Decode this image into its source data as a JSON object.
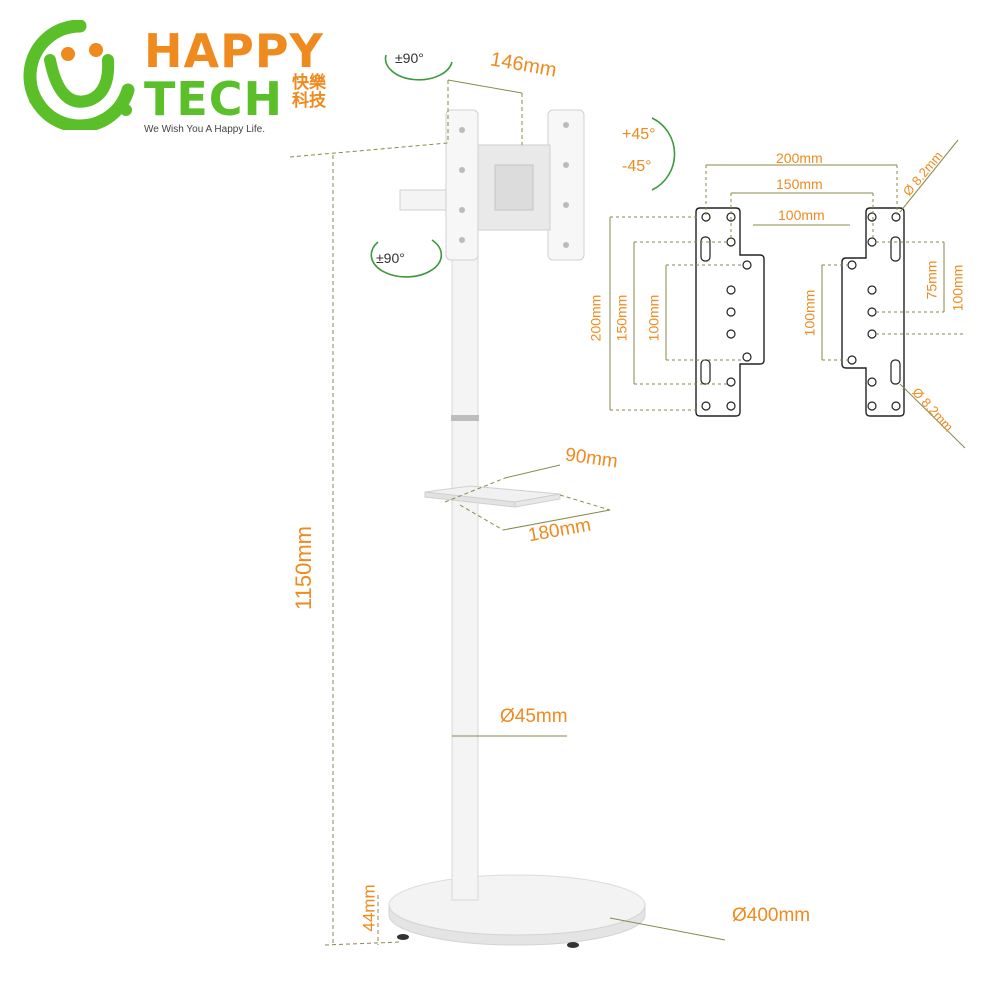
{
  "logo": {
    "line1": "HAPPY",
    "line2": "TECH",
    "chinese": "快樂科技",
    "tagline": "We Wish You A Happy Life."
  },
  "dimensions": {
    "head_width": "146mm",
    "total_height": "1150mm",
    "tray_depth": "90mm",
    "tray_width": "180mm",
    "pole_diameter": "Ø45mm",
    "base_diameter": "Ø400mm",
    "base_height": "44mm"
  },
  "rotation": {
    "swivel_top": "±90°",
    "swivel_left": "±90°",
    "tilt_up": "+45°",
    "tilt_down": "-45°"
  },
  "vesa": {
    "width_200": "200mm",
    "width_150": "150mm",
    "width_100": "100mm",
    "left_h200": "200mm",
    "left_h150": "150mm",
    "left_h100": "100mm",
    "right_h100_inner": "100mm",
    "right_h75": "75mm",
    "right_h100_outer": "100mm",
    "hole_top": "Ø 8.2mm",
    "hole_bottom": "Ø 8.2mm"
  },
  "colors": {
    "accent_orange": "#ef8a1f",
    "accent_green": "#5bbf2a",
    "dim_line": "#8a8a4a"
  }
}
